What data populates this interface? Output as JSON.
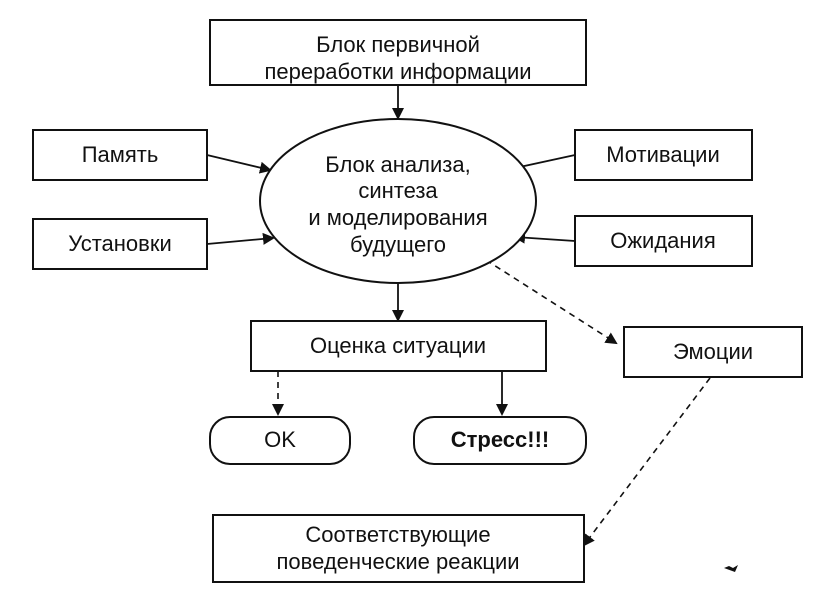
{
  "nodes": {
    "primary_processing": {
      "line1": "Блок первичной",
      "line2": "переработки информации"
    },
    "analysis": {
      "line1": "Блок анализа,",
      "line2": "синтеза",
      "line3": "и моделирования",
      "line4": "будущего"
    },
    "memory": "Память",
    "attitudes": "Установки",
    "motivations": "Мотивации",
    "expectations": "Ожидания",
    "situation_assessment": "Оценка ситуации",
    "emotions": "Эмоции",
    "ok": "OK",
    "stress": "Стресс!!!",
    "reactions": {
      "line1": "Соответствующие",
      "line2": "поведенческие реакции"
    }
  }
}
